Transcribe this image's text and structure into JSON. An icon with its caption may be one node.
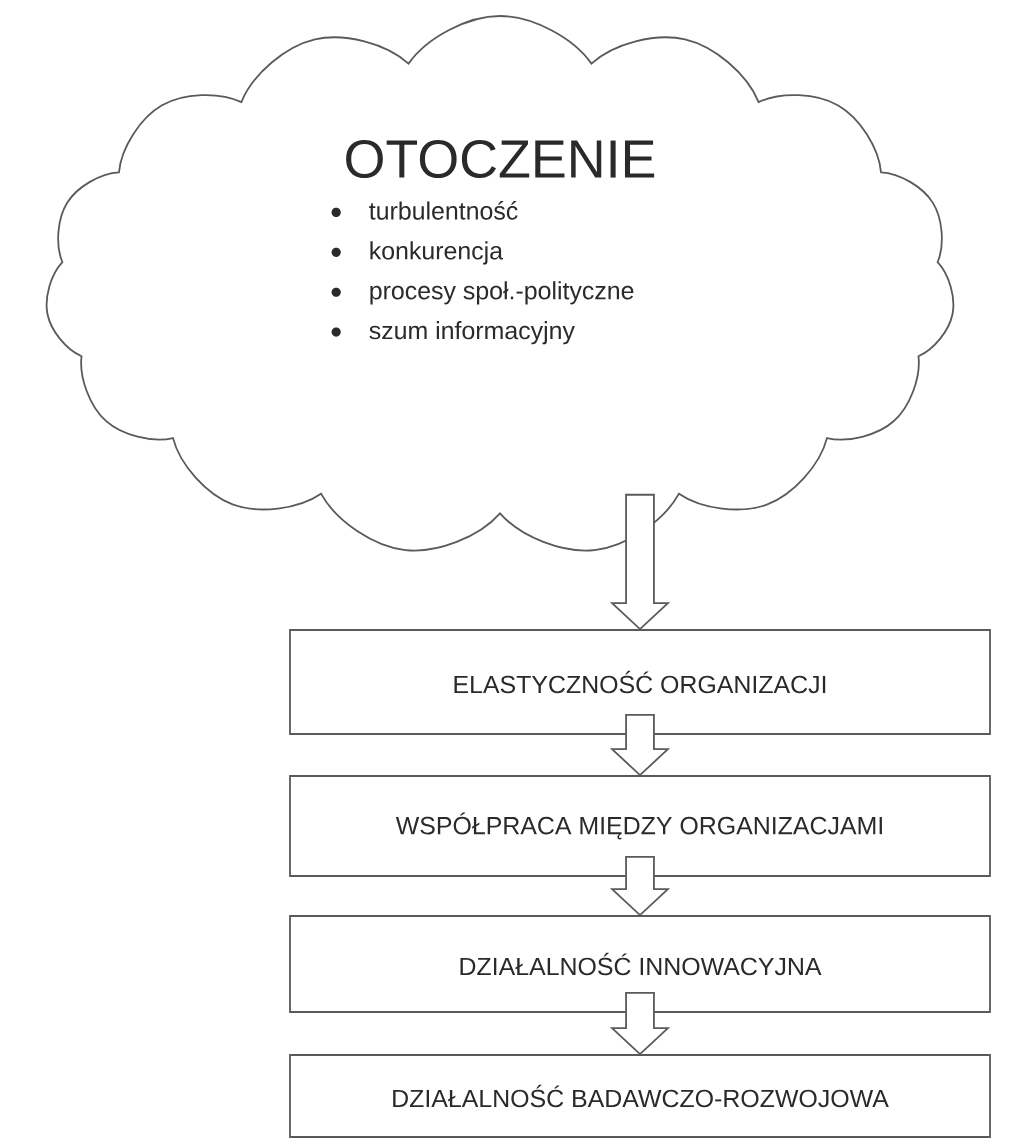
{
  "diagram": {
    "nodes": [
      {
        "text": [
          "OTOCZENIE",
          "turbulentność",
          "konkurencja",
          "procesy społ.-polityczne",
          "szum informacyjny"
        ]
      },
      {
        "text": [
          "ELASTYCZNOŚĆ ORGANIZACJI"
        ]
      },
      {
        "text": [
          "WSPÓŁPRACA MIĘDZY ORGANIZACJAMI"
        ]
      },
      {
        "text": [
          "DZIAŁALNOŚĆ INNOWACYJNA"
        ]
      },
      {
        "text": [
          "DZIAŁALNOŚĆ BADAWCZO-ROZWOJOWA"
        ]
      }
    ],
    "edges": [
      {
        "from": 0,
        "to": 1,
        "arrow": "to"
      },
      {
        "from": 1,
        "to": 2,
        "arrow": "to"
      },
      {
        "from": 2,
        "to": 3,
        "arrow": "to"
      },
      {
        "from": 3,
        "to": 4,
        "arrow": "to"
      }
    ]
  }
}
